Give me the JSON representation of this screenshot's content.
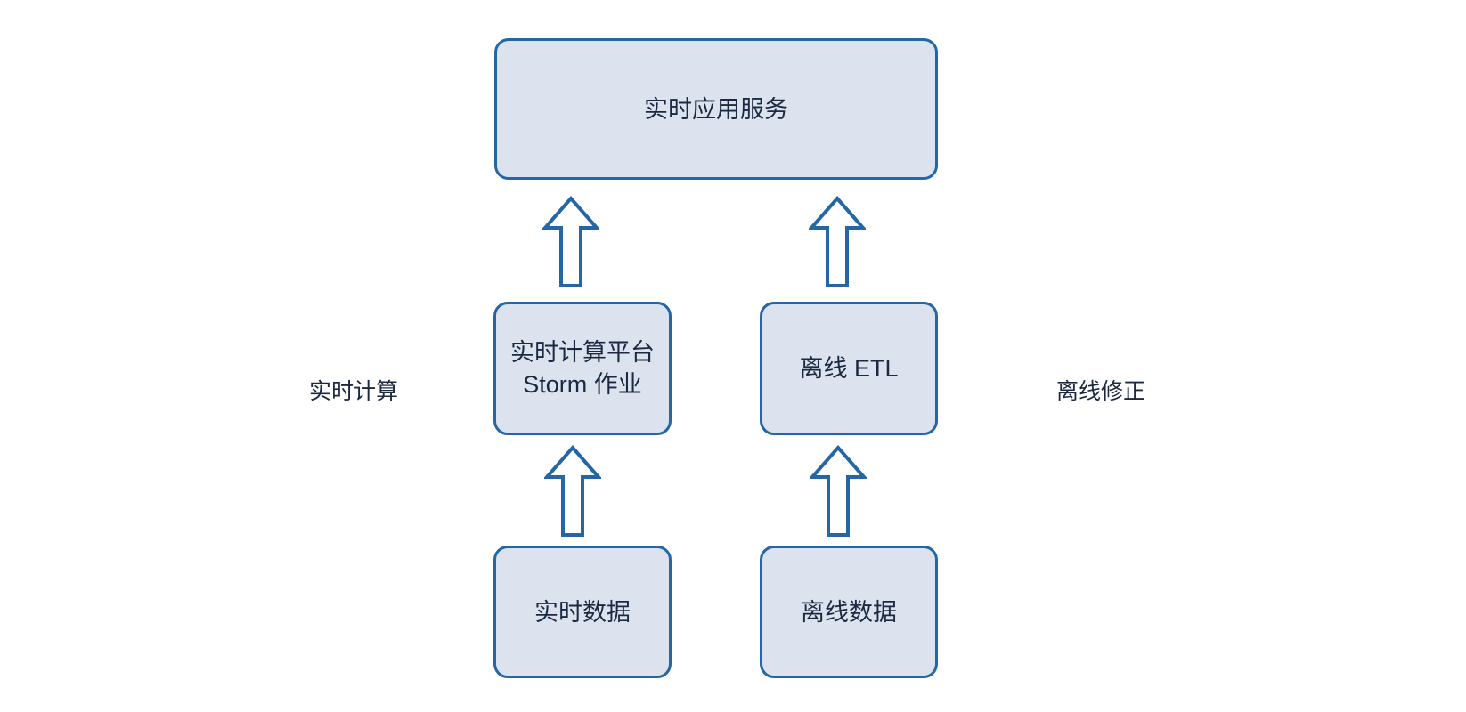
{
  "diagram": {
    "title_hint": "realtime-offline data flow diagram",
    "nodes": {
      "top": {
        "label": "实时应用服务"
      },
      "middle_left": {
        "lines": [
          "实时计算平台",
          "Storm 作业"
        ]
      },
      "middle_right": {
        "label": "离线 ETL"
      },
      "bottom_left": {
        "label": "实时数据"
      },
      "bottom_right": {
        "label": "离线数据"
      }
    },
    "annotations": {
      "left": "实时计算",
      "right": "离线修正"
    },
    "edges": [
      {
        "from": "bottom_left",
        "to": "middle_left",
        "direction": "up"
      },
      {
        "from": "bottom_right",
        "to": "middle_right",
        "direction": "up"
      },
      {
        "from": "middle_left",
        "to": "top",
        "direction": "up"
      },
      {
        "from": "middle_right",
        "to": "top",
        "direction": "up"
      }
    ],
    "colors": {
      "background": "#ffffff",
      "node_fill": "#dce3ef",
      "node_border": "#2566a5",
      "text": "#1b2a41",
      "arrow_stroke": "#2566a5",
      "arrow_fill": "#ffffff"
    }
  }
}
